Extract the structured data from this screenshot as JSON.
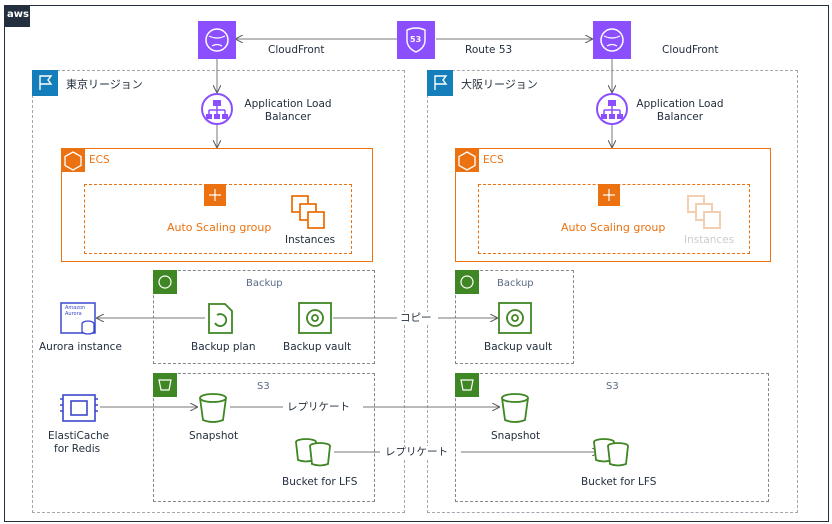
{
  "aws_logo": "aws",
  "route53": {
    "label": "Route 53",
    "badge": "53"
  },
  "cloudfront_left": "CloudFront",
  "cloudfront_right": "CloudFront",
  "regions": {
    "tokyo": "東京リージョン",
    "osaka": "大阪リージョン"
  },
  "alb_left": [
    "Application Load",
    "Balancer"
  ],
  "alb_right": [
    "Application Load",
    "Balancer"
  ],
  "ecs_left": "ECS",
  "ecs_right": "ECS",
  "asg_left": "Auto Scaling group",
  "asg_right": "Auto Scaling group",
  "instances_left": "Instances",
  "instances_right": "Instances",
  "backup_left": {
    "title": "Backup",
    "plan": "Backup plan",
    "vault": "Backup vault"
  },
  "backup_right": {
    "title": "Backup",
    "vault": "Backup vault"
  },
  "copy_label": "コピー",
  "aurora": {
    "label": "Aurora instance",
    "badge_line1": "Amazon",
    "badge_line2": "Aurora"
  },
  "elasticache": [
    "ElastiCache",
    "for Redis"
  ],
  "s3_left": {
    "title": "S3",
    "snapshot": "Snapshot",
    "lfs": "Bucket for LFS"
  },
  "s3_right": {
    "title": "S3",
    "snapshot": "Snapshot",
    "lfs": "Bucket for LFS"
  },
  "replicate_label_1": "レプリケート",
  "replicate_label_2": "レプリケート",
  "colors": {
    "purple": "#8c4fff",
    "orange": "#ec7211",
    "green": "#3f8624",
    "navy": "#232f3e",
    "group_gray": "#a0a7af",
    "region_blue": "#147eba"
  }
}
